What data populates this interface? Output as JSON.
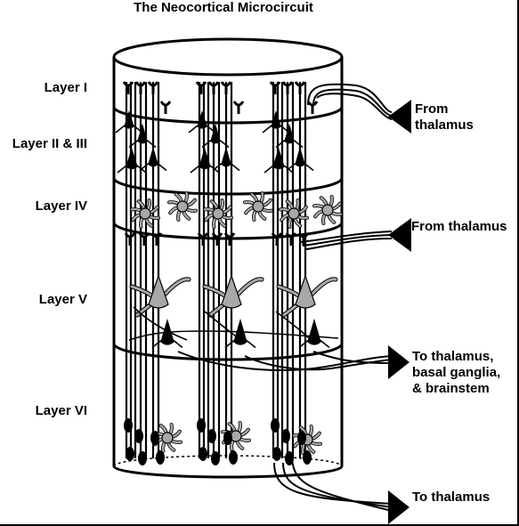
{
  "title": "The Neocortical Microcircuit",
  "layers": [
    {
      "id": "layer-1",
      "label": "Layer I"
    },
    {
      "id": "layer-2-3",
      "label": "Layer II & III"
    },
    {
      "id": "layer-4",
      "label": "Layer IV"
    },
    {
      "id": "layer-5",
      "label": "Layer V"
    },
    {
      "id": "layer-6",
      "label": "Layer VI"
    }
  ],
  "connections": [
    {
      "id": "from-thalamus-1",
      "lines": [
        "From",
        "thalamus"
      ]
    },
    {
      "id": "from-thalamus-2",
      "lines": [
        "From thalamus"
      ]
    },
    {
      "id": "to-thalamus-bg",
      "lines": [
        "To thalamus,",
        "basal ganglia,",
        "& brainstem"
      ]
    },
    {
      "id": "to-thalamus",
      "lines": [
        "To thalamus"
      ]
    }
  ],
  "colors": {
    "ink": "#000000",
    "stellate": "#a8a8a8",
    "background": "#ffffff"
  }
}
